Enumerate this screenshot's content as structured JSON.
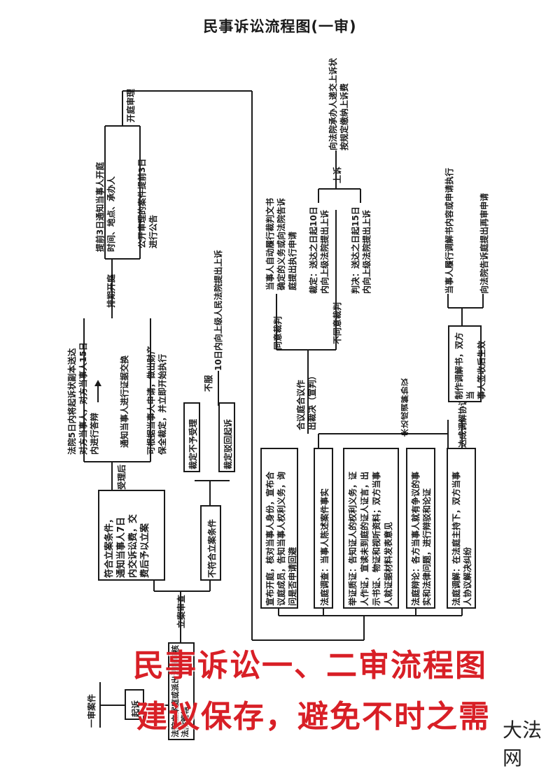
{
  "title": "民事诉讼流程图(一审)",
  "watermark": {
    "line1": "民事诉讼一、二审流程图",
    "line2": "建议保存，避免不时之需",
    "color": "#d81f26"
  },
  "logo": "大法网",
  "nodes": {
    "first_case": "一审案件",
    "sue": "起诉",
    "court_review": "法院立案庭或派出法庭审核法院管辖",
    "review_label": "立案审查",
    "meets": "符合立案条件，\n通知当事人7日\n内交诉讼费，交\n费后予以立案",
    "not_meets": "不符合立案条件",
    "after_accept": "受理后",
    "notice_defendant": "法院5日内将起诉状副本送达\n对方当事人，对方当事人15日\n内进行答辩",
    "notice_evidence": "通知当事人进行证据交换",
    "preservation": "可根据当事人申请，做出财产\n保全裁定，并立即开始执行",
    "ruling_reject": "裁定不予受理",
    "ruling_dismiss": "裁定驳回起诉",
    "not_accept": "不服",
    "appeal_10days": "10日内向上级人民法院提出上诉",
    "schedule": "排期开庭",
    "notice_3days": "提前3日通知当事人开庭\n时间、地点、承办人",
    "public_notice": "公开审理的案件提前3日\n进行公告",
    "court_hearing": "开庭审理",
    "open_court": "宣布开庭，核对当事人身份，宣布合\n议庭成员，告知当事人权利义务，询\n问是否申请回避",
    "investigation": "法庭调查：当事人陈述案件事实",
    "cross_exam": "举证质证：告知证人的权利义务，证\n人作证，宣读未到庭的证人证言，出\n示书证、物证和视听资料；双方当事\n人就证据材料发表意见",
    "debate": "法庭辩论：各方当事人就有争议的事\n实和法律问题，进行辩驳和论证",
    "mediation": "法庭调解：在法庭主持下，双方当事\n人协议解决纠纷",
    "no_agreement": "未达成调解协议",
    "agreement": "达成调解协议",
    "deliberation": "合议庭合议作\n出裁决（宣判）",
    "mediation_doc": "制作调解书，双方当\n事人签收后生效",
    "fulfill": "当事人履行调解书内容或申请执行",
    "retrial": "向法院告诉庭提出再审申请",
    "agree_ruling": "同意裁判",
    "disagree_ruling": "不同意裁判",
    "execute": "当事人自动履行裁判文书\n确定的义务或向法院告诉\n庭提出执行申请",
    "ruling_10": "裁定：送达之日起10日\n内向上级法院提出上诉",
    "judgment_15": "判决：送达之日起15日\n内向上级法院提出上诉",
    "appeal": "上诉",
    "appeal_box": "向法院承办人递交上诉状\n按规定缴纳上诉费"
  }
}
